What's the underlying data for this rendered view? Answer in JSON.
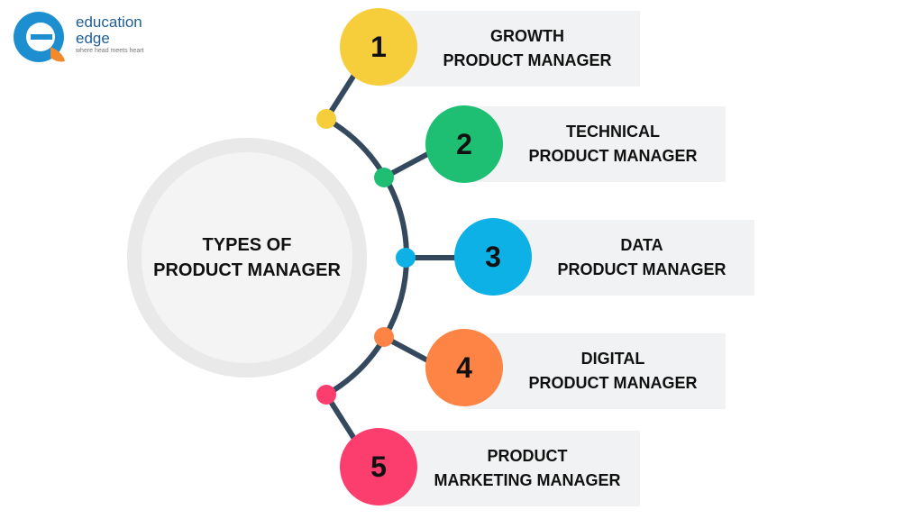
{
  "logo": {
    "name_line1": "education",
    "name_line2": "edge",
    "tagline": "where head meets heart"
  },
  "center_title": {
    "line1": "TYPES OF",
    "line2": "PRODUCT MANAGER"
  },
  "colors": {
    "line": "#34495e",
    "yellow": "#f6cd3a",
    "green": "#1fbf73",
    "blue": "#0db1e6",
    "orange": "#fd8445",
    "pink": "#fb3e6d",
    "card": "#f1f2f3"
  },
  "items": [
    {
      "number": "1",
      "line1": "GROWTH",
      "line2": "PRODUCT MANAGER",
      "color": "#f6cd3a"
    },
    {
      "number": "2",
      "line1": "TECHNICAL",
      "line2": "PRODUCT MANAGER",
      "color": "#1fbf73"
    },
    {
      "number": "3",
      "line1": "DATA",
      "line2": "PRODUCT MANAGER",
      "color": "#0db1e6"
    },
    {
      "number": "4",
      "line1": "DIGITAL",
      "line2": "PRODUCT MANAGER",
      "color": "#fd8445"
    },
    {
      "number": "5",
      "line1": "PRODUCT",
      "line2": "MARKETING MANAGER",
      "color": "#fb3e6d"
    }
  ]
}
